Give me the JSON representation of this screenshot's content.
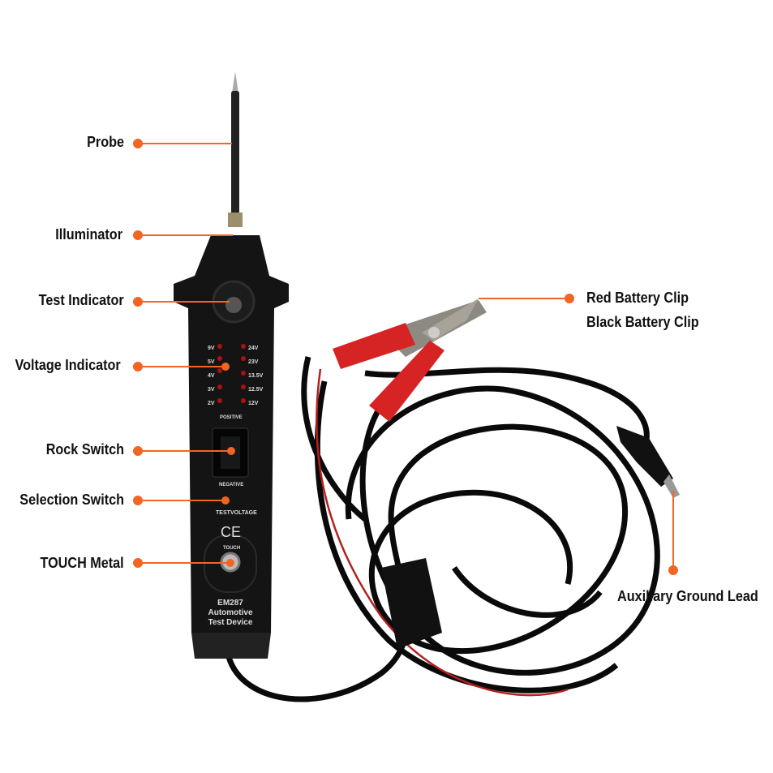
{
  "accent_color": "#f26522",
  "callouts": [
    {
      "label": "Probe"
    },
    {
      "label": "Illuminator"
    },
    {
      "label": "Test Indicator"
    },
    {
      "label": "Voltage Indicator"
    },
    {
      "label": "Rock Switch"
    },
    {
      "label": "Selection Switch"
    },
    {
      "label": "TOUCH Metal"
    },
    {
      "label": "Red Battery Clip"
    },
    {
      "label": "Black Battery Clip"
    },
    {
      "label": "Auxiliary Ground Lead"
    }
  ],
  "device": {
    "voltages_left": [
      "9V",
      "5V",
      "4V",
      "3V",
      "2V"
    ],
    "voltages_right": [
      "24V",
      "23V",
      "13.5V",
      "12.5V",
      "12V"
    ],
    "positive": "POSITIVE",
    "negative": "NEGATIVE",
    "test": "TEST",
    "voltage": "VOLTAGE",
    "ce_mark": "CE",
    "touch": "TOUCH",
    "model": "EM287",
    "line1": "Automotive",
    "line2": "Test Device"
  }
}
